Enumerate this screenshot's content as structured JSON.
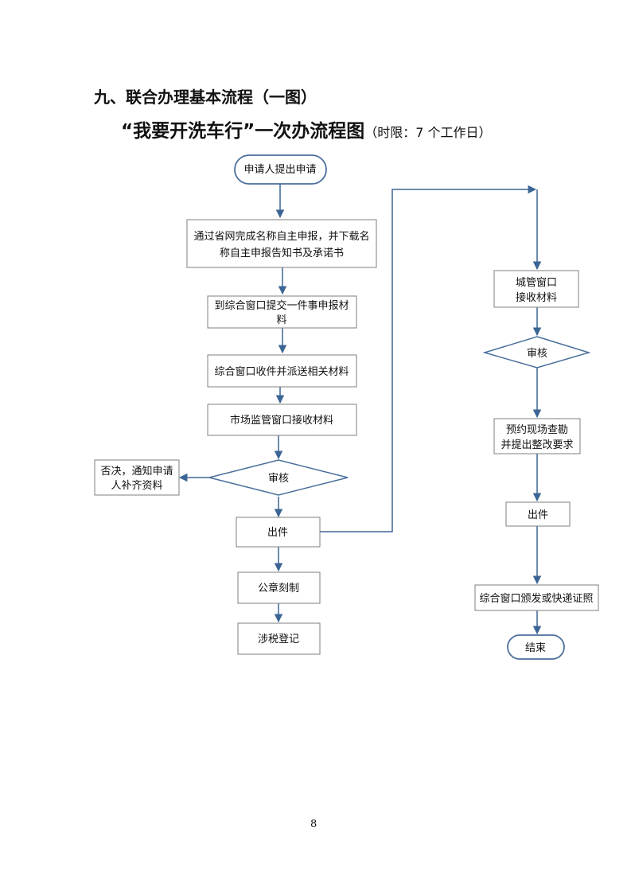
{
  "header": {
    "section_title": "九、联合办理基本流程（一图）",
    "flow_title": "“我要开洗车行”一次办流程图",
    "time_limit": "（时限：7 个工作日）"
  },
  "nodes": {
    "apply": "申请人提出申请",
    "online_1": "通过省网完成名称自主申报，并下载名",
    "online_2": "称自主申报告知书及承诺书",
    "submit_1": "到综合窗口提交一件事申报材",
    "submit_2": "料",
    "receive_dispatch": "综合窗口收件并派送相关材料",
    "market_receive": "市场监管窗口接收材料",
    "review_left": "审核",
    "reject_1": "否决，通知申请",
    "reject_2": "人补齐资料",
    "issue_left": "出件",
    "seal": "公章刻制",
    "tax": "涉税登记",
    "urban_1": "城管窗口",
    "urban_2": "接收材料",
    "review_right": "审核",
    "inspect_1": "预约现场查勘",
    "inspect_2": "并提出整改要求",
    "issue_right": "出件",
    "deliver": "综合窗口颁发或快递证照",
    "end": "结束"
  },
  "colors": {
    "border": "#4a6f9c",
    "arrow": "#3b6595",
    "box": "#7f7f7f"
  },
  "page_number": "8"
}
